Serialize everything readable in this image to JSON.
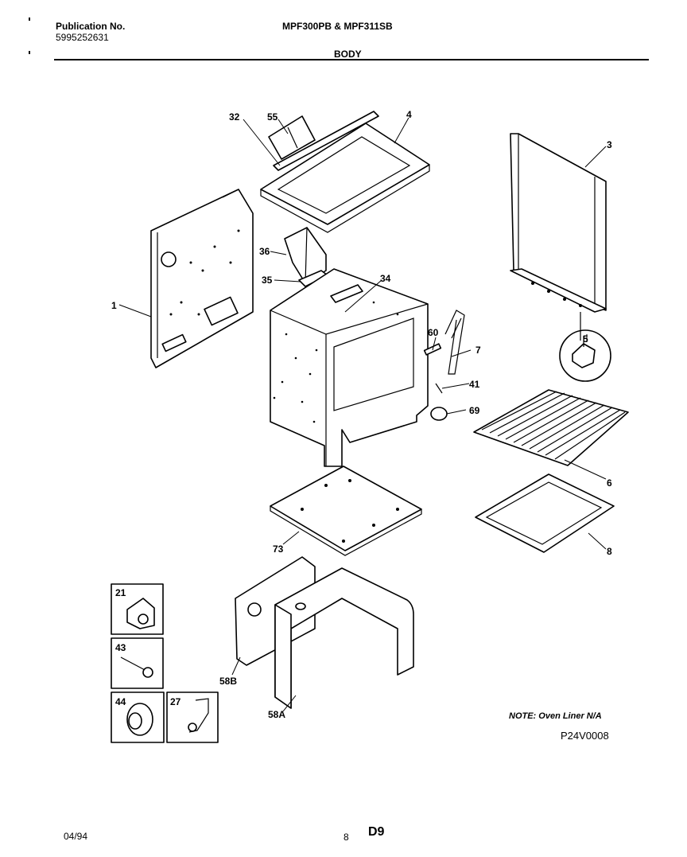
{
  "header": {
    "publication_label": "Publication No.",
    "publication_number": "5995252631",
    "models": "MPF300PB & MPF311SB",
    "section": "BODY"
  },
  "callouts": [
    "1",
    "3",
    "4",
    "5",
    "6",
    "7",
    "8",
    "21",
    "27",
    "32",
    "34",
    "35",
    "36",
    "41",
    "43",
    "44",
    "55",
    "58A",
    "58B",
    "60",
    "69",
    "73"
  ],
  "note": "NOTE: Oven Liner N/A",
  "drawing_code": "P24V0008",
  "footer": {
    "date": "04/94",
    "page_number": "8",
    "page_code": "D9"
  }
}
